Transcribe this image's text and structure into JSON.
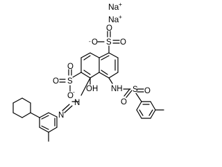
{
  "structure": {
    "counter_ions": [
      {
        "element": "Na",
        "charge": "+"
      },
      {
        "element": "Na",
        "charge": "+"
      }
    ],
    "labels": {
      "sulfonate_top": {
        "o_minus": "O",
        "s": "S",
        "o_right": "O",
        "o_bottom": "O"
      },
      "sulfonate_left": {
        "o_top": "O",
        "s": "S",
        "o_left": "O",
        "o_minus": "O"
      },
      "hydroxyl": "OH",
      "sulfonamide": {
        "nh": "NH",
        "s": "S",
        "o_left": "O",
        "o_right": "O"
      },
      "azo": {
        "n1": "N",
        "n2": "N"
      }
    },
    "charges": {
      "minus": "-",
      "plus": "+"
    },
    "groups": [
      "cyclohexyl",
      "methyl (tolyl)",
      "methyl (phenyl)"
    ]
  }
}
